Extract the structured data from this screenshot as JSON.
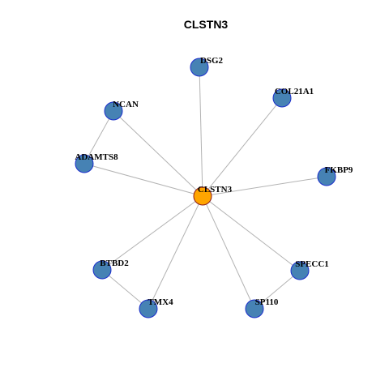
{
  "title": "CLSTN3",
  "colors": {
    "center_fill": "#FFA500",
    "node_fill": "#4682B4",
    "edge": "#B3B3B3"
  },
  "network": {
    "center": "CLSTN3",
    "nodes": [
      "CLSTN3",
      "DSG2",
      "COL21A1",
      "NCAN",
      "ADAMTS8",
      "FKBP9",
      "BTBD2",
      "SPECC1",
      "TMX4",
      "SP110"
    ],
    "edges": [
      [
        "CLSTN3",
        "DSG2"
      ],
      [
        "CLSTN3",
        "COL21A1"
      ],
      [
        "CLSTN3",
        "NCAN"
      ],
      [
        "CLSTN3",
        "ADAMTS8"
      ],
      [
        "CLSTN3",
        "FKBP9"
      ],
      [
        "CLSTN3",
        "BTBD2"
      ],
      [
        "CLSTN3",
        "SPECC1"
      ],
      [
        "CLSTN3",
        "TMX4"
      ],
      [
        "CLSTN3",
        "SP110"
      ],
      [
        "NCAN",
        "ADAMTS8"
      ],
      [
        "BTBD2",
        "TMX4"
      ],
      [
        "SPECC1",
        "SP110"
      ]
    ]
  }
}
